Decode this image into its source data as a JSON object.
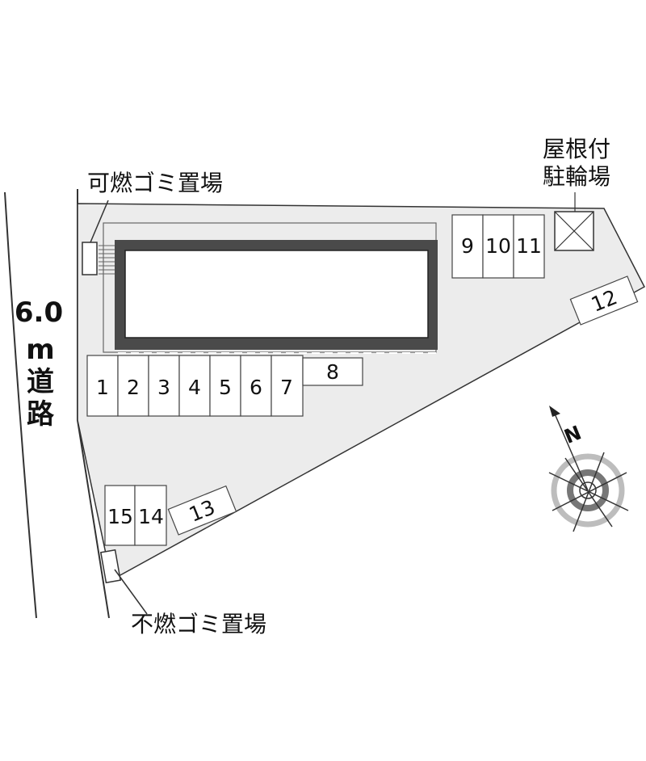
{
  "labels": {
    "burnable_garbage": "可燃ゴミ置場",
    "nonburnable_garbage": "不燃ゴミ置場",
    "bicycle_line1": "屋根付",
    "bicycle_line2": "駐輪場",
    "road_width": "6.0",
    "road_unit": "m",
    "road_char1": "道",
    "road_char2": "路"
  },
  "compass": {
    "letter": "N"
  },
  "parking": {
    "row_main": [
      "1",
      "2",
      "3",
      "4",
      "5",
      "6",
      "7"
    ],
    "spot_8": "8",
    "row_top": [
      "9",
      "10",
      "11"
    ],
    "spot_12": "12",
    "spot_13": "13",
    "spot_14": "14",
    "spot_15": "15"
  },
  "colors": {
    "site_fill": "#ececec",
    "building_fill": "#4a4a4a",
    "line": "#333333"
  }
}
